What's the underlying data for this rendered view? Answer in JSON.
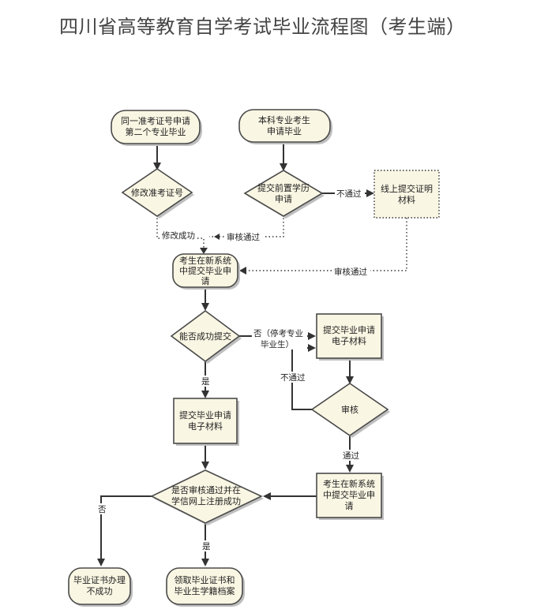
{
  "title": "四川省高等教育自学考试毕业流程图（考生端）",
  "nodes": {
    "same_id": [
      "同一准考证号申请",
      "第二个专业毕业"
    ],
    "undergrad": [
      "本科专业考生",
      "申请毕业"
    ],
    "change_id": [
      "修改准考证号"
    ],
    "prior_degree": [
      "提交前置学历",
      "申请"
    ],
    "online_material": [
      "线上提交证明",
      "材料"
    ],
    "submit_new1": [
      "考生在新系统",
      "中提交毕业申",
      "请"
    ],
    "can_submit": [
      "能否成功提交"
    ],
    "submit_elec_right": [
      "提交毕业申请",
      "电子材料"
    ],
    "review": [
      "审核"
    ],
    "submit_elec_left": [
      "提交毕业申请",
      "电子材料"
    ],
    "submit_new2": [
      "考生在新系统",
      "中提交毕业申",
      "请"
    ],
    "passed_registered": [
      "是否审核通过并在",
      "学信网上注册成功"
    ],
    "fail": [
      "毕业证书办理",
      "不成功"
    ],
    "receive": [
      "领取毕业证书和",
      "毕业生学籍档案"
    ]
  },
  "labels": {
    "change_success": "修改成功",
    "review_pass_1": "审核通过",
    "not_pass_1": "不通过",
    "review_pass_2": "审核通过",
    "no_stop": [
      "否（停考专业",
      "毕业生）"
    ],
    "yes_1": "是",
    "not_pass_2": "不通过",
    "pass_3": "通过",
    "no_2": "否",
    "yes_2": "是"
  }
}
